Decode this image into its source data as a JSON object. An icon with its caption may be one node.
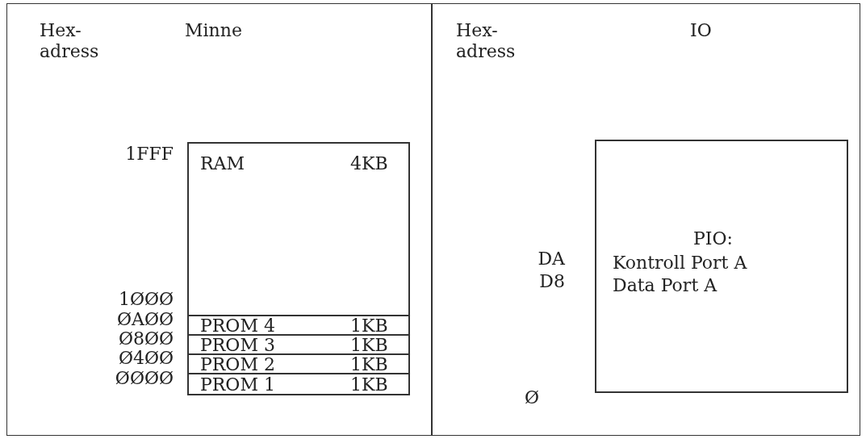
{
  "diagram": {
    "nodes": [
      {
        "text": [
          "Hex- adress",
          "Minne"
        ]
      },
      {
        "text": [
          "RAM",
          "4KB"
        ],
        "in": 0
      },
      {
        "text": [
          "PROM 4",
          "1KB"
        ],
        "in": 0
      },
      {
        "text": [
          "PROM 3",
          "1KB"
        ],
        "in": 0
      },
      {
        "text": [
          "PROM 2",
          "1KB"
        ],
        "in": 0
      },
      {
        "text": [
          "PROM 1",
          "1KB"
        ],
        "in": 0
      },
      {
        "text": [
          "Hex- adress",
          "IO"
        ]
      },
      {
        "text": [
          "PIO:",
          "Kontroll Port A",
          "Data Port A"
        ],
        "in": 6
      }
    ],
    "labels": [
      "1FFF",
      "1ØØØ",
      "ØAØØ",
      "Ø8ØØ",
      "Ø4ØØ",
      "ØØØØ",
      "DA",
      "D8",
      "Ø"
    ]
  }
}
